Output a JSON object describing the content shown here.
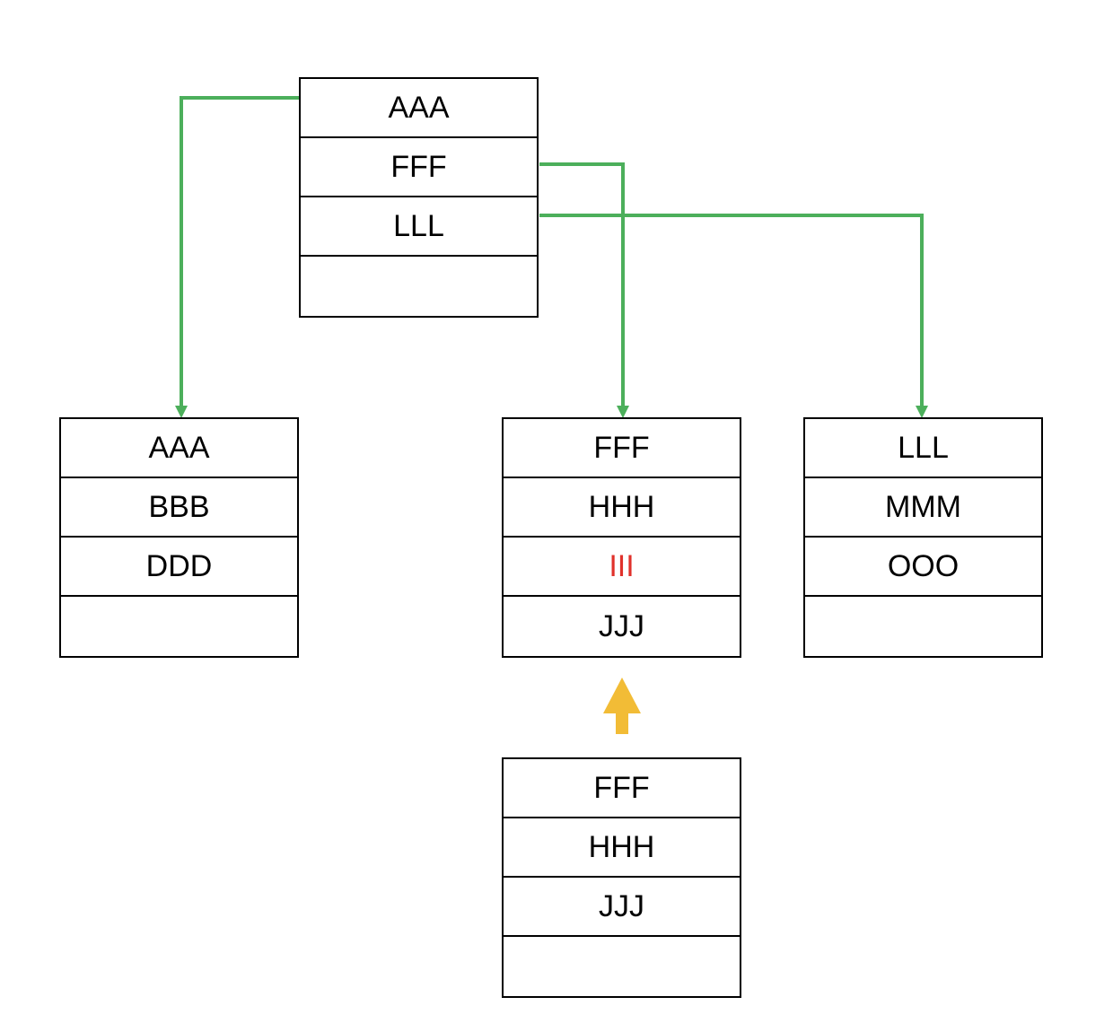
{
  "colors": {
    "connector": "#4caf5b",
    "insert_arrow": "#f2bc36",
    "highlight_key": "#e0312b",
    "cell_text": "#000000"
  },
  "nodes": {
    "root": {
      "keys": [
        "AAA",
        "FFF",
        "LLL",
        ""
      ]
    },
    "left": {
      "keys": [
        "AAA",
        "BBB",
        "DDD",
        ""
      ]
    },
    "middle": {
      "keys": [
        "FFF",
        "HHH",
        "III",
        "JJJ"
      ],
      "highlight_index": 2
    },
    "right": {
      "keys": [
        "LLL",
        "MMM",
        "OOO",
        ""
      ]
    },
    "bottom": {
      "keys": [
        "FFF",
        "HHH",
        "JJJ",
        ""
      ]
    }
  },
  "edges": [
    {
      "from": "root.AAA",
      "to": "left"
    },
    {
      "from": "root.FFF",
      "to": "middle"
    },
    {
      "from": "root.LLL",
      "to": "right"
    }
  ],
  "transition": {
    "from": "bottom",
    "to": "middle",
    "icon": "up-arrow-icon"
  }
}
